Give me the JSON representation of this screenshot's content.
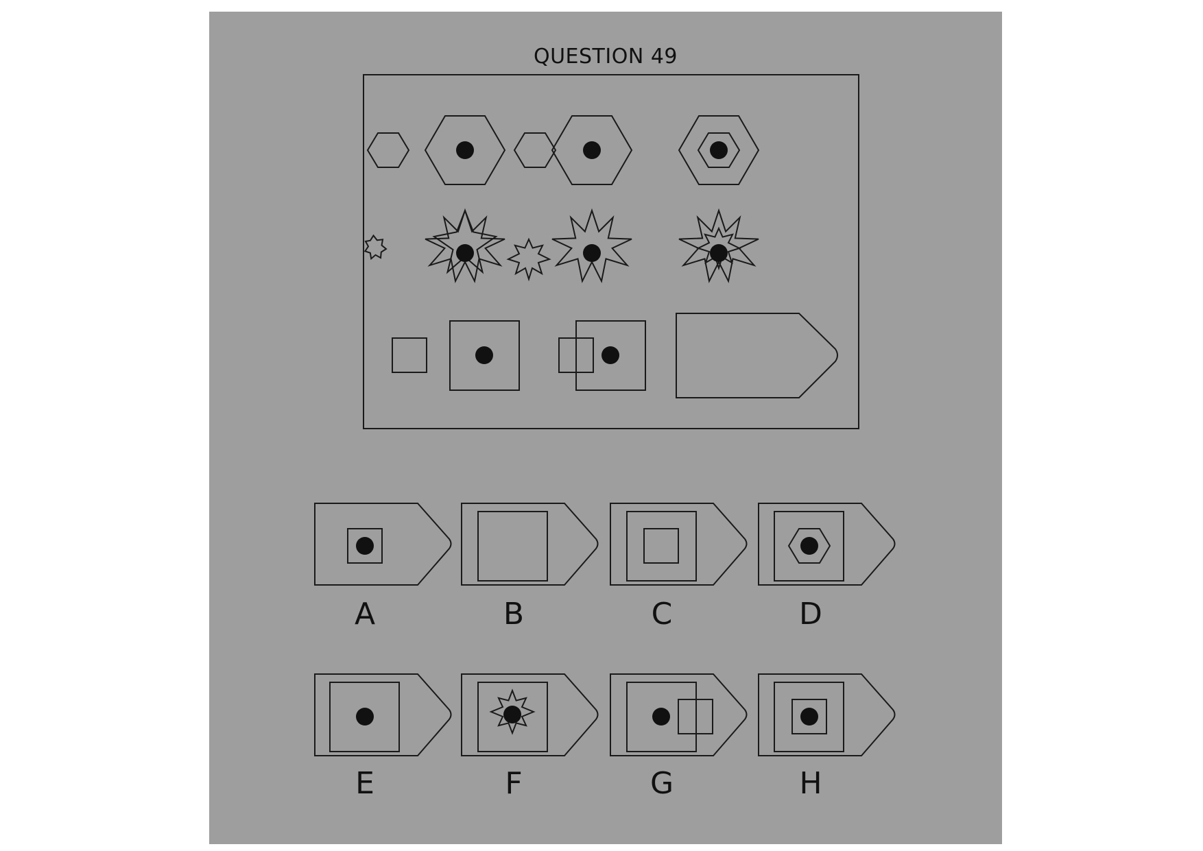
{
  "question": {
    "title": "QUESTION 49"
  },
  "matrix": {
    "rows": [
      {
        "shape": "hexagon",
        "cells": [
          "small-hexagon",
          "large-hexagon-with-dot",
          "overlapping-hexagons-with-dot",
          "nested-hexagons-with-dot"
        ]
      },
      {
        "shape": "star",
        "cells": [
          "small-star",
          "large-star-with-dot",
          "overlapping-stars-with-dot",
          "nested-stars-with-dot"
        ]
      },
      {
        "shape": "square",
        "cells": [
          "small-square",
          "large-square-with-dot",
          "overlapping-squares-with-dot",
          "missing-answer-slot"
        ]
      }
    ]
  },
  "options": [
    {
      "letter": "A",
      "content": "pentagon with small square and dot"
    },
    {
      "letter": "B",
      "content": "pentagon with large square"
    },
    {
      "letter": "C",
      "content": "pentagon with large square and small square"
    },
    {
      "letter": "D",
      "content": "pentagon with square, small hexagon and dot"
    },
    {
      "letter": "E",
      "content": "pentagon with large square and dot"
    },
    {
      "letter": "F",
      "content": "pentagon with square, star and dot"
    },
    {
      "letter": "G",
      "content": "pentagon with square, offset small square and dot"
    },
    {
      "letter": "H",
      "content": "pentagon with square, small square and dot"
    }
  ],
  "colors": {
    "panel": "#9e9e9e",
    "stroke": "#1a1a1a",
    "dot": "#111111",
    "page": "#ffffff"
  }
}
